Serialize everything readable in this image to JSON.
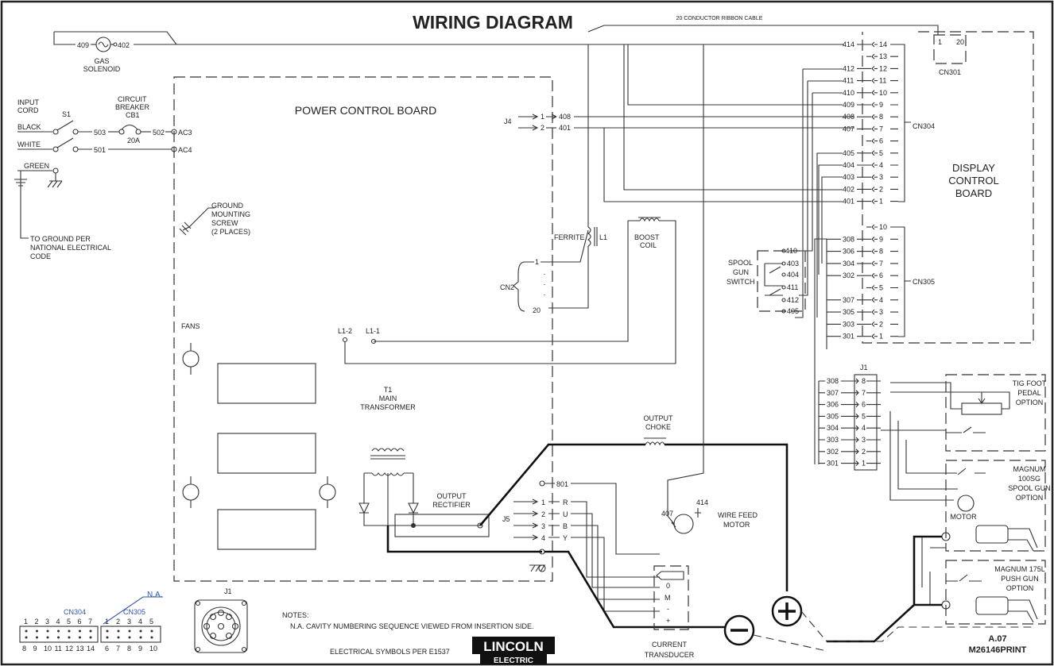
{
  "title": "WIRING DIAGRAM",
  "ribbon_cable": "20 CONDUCTOR RIBBON CABLE",
  "gas_solenoid": {
    "label_1": "GAS",
    "label_2": "SOLENOID",
    "left_wire": "409",
    "right_wire": "402"
  },
  "input": {
    "input_cord_1": "INPUT",
    "input_cord_2": "CORD",
    "s1": "S1",
    "breaker_1": "CIRCUIT",
    "breaker_2": "BREAKER",
    "breaker_3": "CB1",
    "breaker_rating": "20A",
    "black": "BLACK",
    "white": "WHITE",
    "green": "GREEN",
    "w503": "503",
    "w502": "502",
    "w501": "501",
    "ac3": "AC3",
    "ac4": "AC4",
    "ground_1": "TO GROUND PER",
    "ground_2": "NATIONAL ELECTRICAL",
    "ground_3": "CODE"
  },
  "power_board": {
    "title": "POWER CONTROL BOARD",
    "ground_screw_1": "GROUND",
    "ground_screw_2": "MOUNTING",
    "ground_screw_3": "SCREW",
    "ground_screw_4": "(2 PLACES)",
    "fans": "FANS",
    "j4": "J4",
    "j4_p1": "1",
    "j4_p2": "2",
    "w408": "408",
    "w401": "401",
    "ferrite": "FERRITE",
    "l1": "L1",
    "cn2": "CN2",
    "cn2_p1": "1",
    "cn2_p20": "20",
    "boost_1": "BOOST",
    "boost_2": "COIL",
    "l1_2": "L1-2",
    "l1_1": "L1-1",
    "t1_1": "T1",
    "t1_2": "MAIN",
    "t1_3": "TRANSFORMER",
    "rect_1": "OUTPUT",
    "rect_2": "RECTIFIER",
    "choke_1": "OUTPUT",
    "choke_2": "CHOKE",
    "w801": "801",
    "j5": "J5",
    "j5_pins": [
      "1",
      "2",
      "3",
      "4"
    ],
    "j5_letters": [
      "R",
      "U",
      "B",
      "Y"
    ]
  },
  "cn304": {
    "label": "CN304",
    "pins": [
      "14",
      "13",
      "12",
      "11",
      "10",
      "9",
      "8",
      "7",
      "6",
      "5",
      "4",
      "3",
      "2",
      "1"
    ],
    "wires": [
      "414",
      "",
      "412",
      "411",
      "410",
      "409",
      "408",
      "407",
      "",
      "405",
      "404",
      "403",
      "402",
      "401"
    ]
  },
  "cn305": {
    "label": "CN305",
    "pins": [
      "10",
      "9",
      "8",
      "7",
      "6",
      "5",
      "4",
      "3",
      "2",
      "1"
    ],
    "wires": [
      "",
      "308",
      "306",
      "304",
      "302",
      "",
      "307",
      "305",
      "303",
      "301"
    ]
  },
  "cn301": {
    "label": "CN301",
    "pin_1": "1",
    "pin_20": "20"
  },
  "display_board": {
    "line_1": "DISPLAY",
    "line_2": "CONTROL",
    "line_3": "BOARD"
  },
  "spool_switch": {
    "line_1": "SPOOL",
    "line_2": "GUN",
    "line_3": "SWITCH",
    "wires": [
      "410",
      "403",
      "404",
      "411",
      "412",
      "405"
    ]
  },
  "j1": {
    "label": "J1",
    "pins": [
      "8",
      "7",
      "6",
      "5",
      "4",
      "3",
      "2",
      "1"
    ],
    "wires": [
      "308",
      "307",
      "306",
      "305",
      "304",
      "303",
      "302",
      "301"
    ]
  },
  "options": {
    "tig_1": "TIG FOOT",
    "tig_2": "PEDAL",
    "tig_3": "OPTION",
    "mag100_1": "MAGNUM",
    "mag100_2": "100SG",
    "mag100_3": "SPOOL GUN",
    "mag100_4": "OPTION",
    "motor": "MOTOR",
    "mag175_1": "MAGNUM 175L",
    "mag175_2": "PUSH GUN",
    "mag175_3": "OPTION"
  },
  "wire_feed": {
    "w407": "407",
    "w414": "414",
    "label_1": "WIRE FEED",
    "label_2": "MOTOR"
  },
  "transducer": {
    "pins": [
      "0",
      "M",
      "-",
      "+"
    ],
    "label_1": "CURRENT",
    "label_2": "TRANSDUCER"
  },
  "legend": {
    "cn304": "CN304",
    "cn305": "CN305",
    "na": "N.A.",
    "j1": "J1",
    "cn304_top": [
      "1",
      "2",
      "3",
      "4",
      "5",
      "6",
      "7"
    ],
    "cn304_bottom": [
      "8",
      "9",
      "10",
      "11",
      "12",
      "13",
      "14"
    ],
    "cn305_top": [
      "1",
      "2",
      "3",
      "4",
      "5"
    ],
    "cn305_bottom": [
      "6",
      "7",
      "8",
      "9",
      "10"
    ]
  },
  "notes": {
    "title": "NOTES:",
    "line_1": "N.A.   CAVITY NUMBERING SEQUENCE VIEWED FROM INSERTION SIDE.",
    "symbols": "ELECTRICAL SYMBOLS PER E1537"
  },
  "logo": {
    "line_1": "LINCOLN",
    "line_2": "ELECTRIC"
  },
  "revision": {
    "code": "A.07",
    "print": "M26146PRINT"
  },
  "colors": {
    "wire": "#333333",
    "heavy": "#111111",
    "note_blue": "#3355aa",
    "logo_bg": "#111111"
  }
}
